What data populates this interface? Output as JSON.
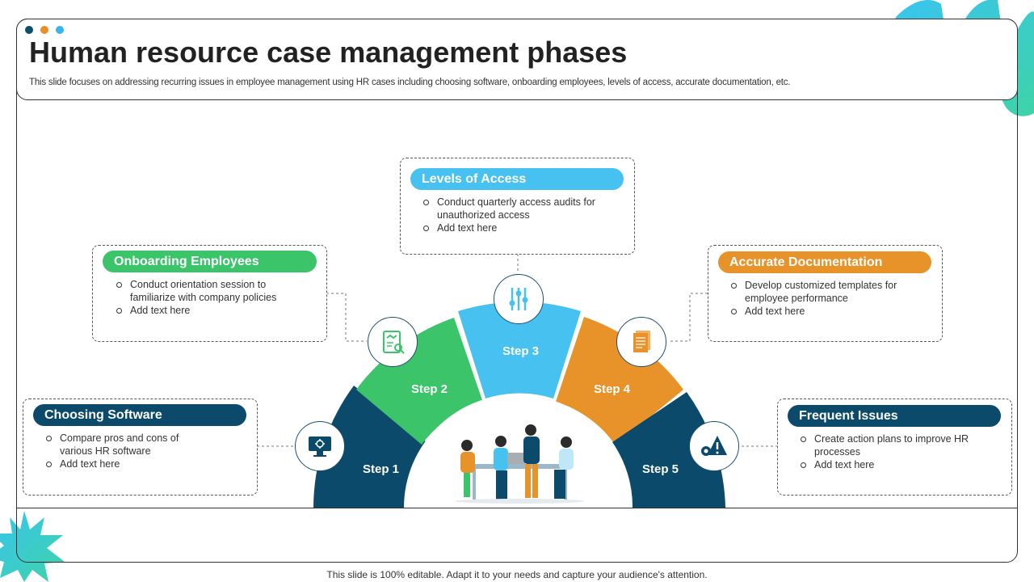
{
  "header": {
    "title": "Human resource case management phases",
    "subtitle": "This slide focuses on addressing recurring issues in employee management using HR cases including choosing software, onboarding employees, levels of access, accurate documentation, etc.",
    "dots": [
      "#0b4f6c",
      "#e8912a",
      "#38b6e8"
    ]
  },
  "colors": {
    "step1": "#0b4a6b",
    "step2": "#3cc46a",
    "step3": "#47c1f0",
    "step4": "#e8922a",
    "step5": "#0b4a6b",
    "accent_gradient_start": "#38c8f0",
    "accent_gradient_end": "#3fd0a6"
  },
  "steps": [
    {
      "label": "Step 1",
      "title": "Choosing Software",
      "icon": "software-monitor-icon",
      "bullets": [
        "Compare pros and cons of various HR software",
        "Add text here"
      ]
    },
    {
      "label": "Step 2",
      "title": "Onboarding Employees",
      "icon": "onboarding-handshake-icon",
      "bullets": [
        "Conduct orientation session to familiarize with company policies",
        "Add text here"
      ]
    },
    {
      "label": "Step 3",
      "title": "Levels of Access",
      "icon": "sliders-icon",
      "bullets": [
        "Conduct quarterly access audits for unauthorized access",
        "Add text here"
      ]
    },
    {
      "label": "Step 4",
      "title": "Accurate Documentation",
      "icon": "documents-icon",
      "bullets": [
        "Develop customized templates for employee performance",
        "Add text here"
      ]
    },
    {
      "label": "Step 5",
      "title": "Frequent Issues",
      "icon": "warning-gear-icon",
      "bullets": [
        "Create action plans to improve HR processes",
        "Add text here"
      ]
    }
  ],
  "footer": "This slide is 100% editable. Adapt it to your needs and capture your audience's attention."
}
